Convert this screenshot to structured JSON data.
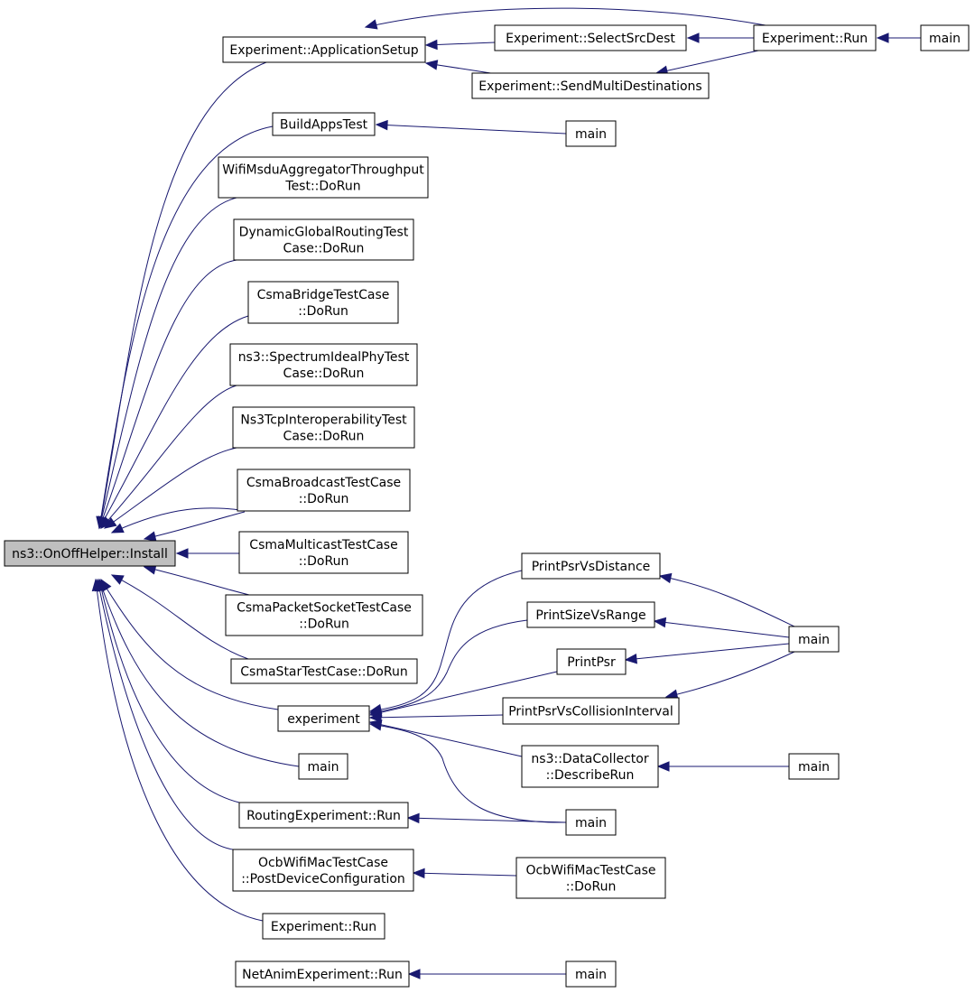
{
  "graph": {
    "edge_color": "#191970",
    "root_fill": "#bfbfbf",
    "nodes": [
      {
        "id": "install",
        "lines": [
          "ns3::OnOffHelper::Install"
        ],
        "root": true
      },
      {
        "id": "appsetup",
        "lines": [
          "Experiment::ApplicationSetup"
        ]
      },
      {
        "id": "selectsrc",
        "lines": [
          "Experiment::SelectSrcDest"
        ]
      },
      {
        "id": "exprun_top",
        "lines": [
          "Experiment::Run"
        ]
      },
      {
        "id": "main_top",
        "lines": [
          "main"
        ]
      },
      {
        "id": "sendmulti",
        "lines": [
          "Experiment::SendMultiDestinations"
        ]
      },
      {
        "id": "buildapps",
        "lines": [
          "BuildAppsTest"
        ]
      },
      {
        "id": "main_buildapps",
        "lines": [
          "main"
        ]
      },
      {
        "id": "wifimsdu",
        "lines": [
          "WifiMsduAggregatorThroughput",
          "Test::DoRun"
        ]
      },
      {
        "id": "dyngr",
        "lines": [
          "DynamicGlobalRoutingTest",
          "Case::DoRun"
        ]
      },
      {
        "id": "csmabridge",
        "lines": [
          "CsmaBridgeTestCase",
          "::DoRun"
        ]
      },
      {
        "id": "spectrum",
        "lines": [
          "ns3::SpectrumIdealPhyTest",
          "Case::DoRun"
        ]
      },
      {
        "id": "ns3tcp",
        "lines": [
          "Ns3TcpInteroperabilityTest",
          "Case::DoRun"
        ]
      },
      {
        "id": "csmabcast",
        "lines": [
          "CsmaBroadcastTestCase",
          "::DoRun"
        ]
      },
      {
        "id": "csmamcast",
        "lines": [
          "CsmaMulticastTestCase",
          "::DoRun"
        ]
      },
      {
        "id": "csmapkt",
        "lines": [
          "CsmaPacketSocketTestCase",
          "::DoRun"
        ]
      },
      {
        "id": "csmastar",
        "lines": [
          "CsmaStarTestCase::DoRun"
        ]
      },
      {
        "id": "experiment",
        "lines": [
          "experiment"
        ]
      },
      {
        "id": "main_mid",
        "lines": [
          "main"
        ]
      },
      {
        "id": "routingexp",
        "lines": [
          "RoutingExperiment::Run"
        ]
      },
      {
        "id": "ocbpost",
        "lines": [
          "OcbWifiMacTestCase",
          "::PostDeviceConfiguration"
        ]
      },
      {
        "id": "exprun_low",
        "lines": [
          "Experiment::Run"
        ]
      },
      {
        "id": "netanim",
        "lines": [
          "NetAnimExperiment::Run"
        ]
      },
      {
        "id": "printdist",
        "lines": [
          "PrintPsrVsDistance"
        ]
      },
      {
        "id": "printsize",
        "lines": [
          "PrintSizeVsRange"
        ]
      },
      {
        "id": "printpsr",
        "lines": [
          "PrintPsr"
        ]
      },
      {
        "id": "printcoll",
        "lines": [
          "PrintPsrVsCollisionInterval"
        ]
      },
      {
        "id": "datacoll",
        "lines": [
          "ns3::DataCollector",
          "::DescribeRun"
        ]
      },
      {
        "id": "main_routing",
        "lines": [
          "main"
        ]
      },
      {
        "id": "main_psr",
        "lines": [
          "main"
        ]
      },
      {
        "id": "main_datacoll",
        "lines": [
          "main"
        ]
      },
      {
        "id": "ocbdorun",
        "lines": [
          "OcbWifiMacTestCase",
          "::DoRun"
        ]
      },
      {
        "id": "main_netanim",
        "lines": [
          "main"
        ]
      }
    ],
    "edges": [
      [
        "install",
        "appsetup"
      ],
      [
        "install",
        "buildapps"
      ],
      [
        "install",
        "wifimsdu"
      ],
      [
        "install",
        "dyngr"
      ],
      [
        "install",
        "csmabridge"
      ],
      [
        "install",
        "spectrum"
      ],
      [
        "install",
        "ns3tcp"
      ],
      [
        "install",
        "csmabcast"
      ],
      [
        "install",
        "csmamcast"
      ],
      [
        "install",
        "csmapkt"
      ],
      [
        "install",
        "csmastar"
      ],
      [
        "install",
        "experiment"
      ],
      [
        "install",
        "main_mid"
      ],
      [
        "install",
        "routingexp"
      ],
      [
        "install",
        "ocbpost"
      ],
      [
        "install",
        "exprun_low"
      ],
      [
        "install",
        "netanim"
      ],
      [
        "appsetup",
        "selectsrc"
      ],
      [
        "appsetup",
        "sendmulti"
      ],
      [
        "appsetup",
        "exprun_top"
      ],
      [
        "selectsrc",
        "exprun_top"
      ],
      [
        "sendmulti",
        "exprun_top"
      ],
      [
        "exprun_top",
        "main_top"
      ],
      [
        "buildapps",
        "main_buildapps"
      ],
      [
        "experiment",
        "printdist"
      ],
      [
        "experiment",
        "printsize"
      ],
      [
        "experiment",
        "printpsr"
      ],
      [
        "experiment",
        "printcoll"
      ],
      [
        "experiment",
        "datacoll"
      ],
      [
        "experiment",
        "main_routing"
      ],
      [
        "experiment",
        "main_routing"
      ],
      [
        "printdist",
        "main_psr"
      ],
      [
        "printsize",
        "main_psr"
      ],
      [
        "printpsr",
        "main_psr"
      ],
      [
        "printcoll",
        "main_psr"
      ],
      [
        "datacoll",
        "main_datacoll"
      ],
      [
        "routingexp",
        "main_routing"
      ],
      [
        "ocbpost",
        "ocbdorun"
      ],
      [
        "netanim",
        "main_netanim"
      ]
    ]
  }
}
